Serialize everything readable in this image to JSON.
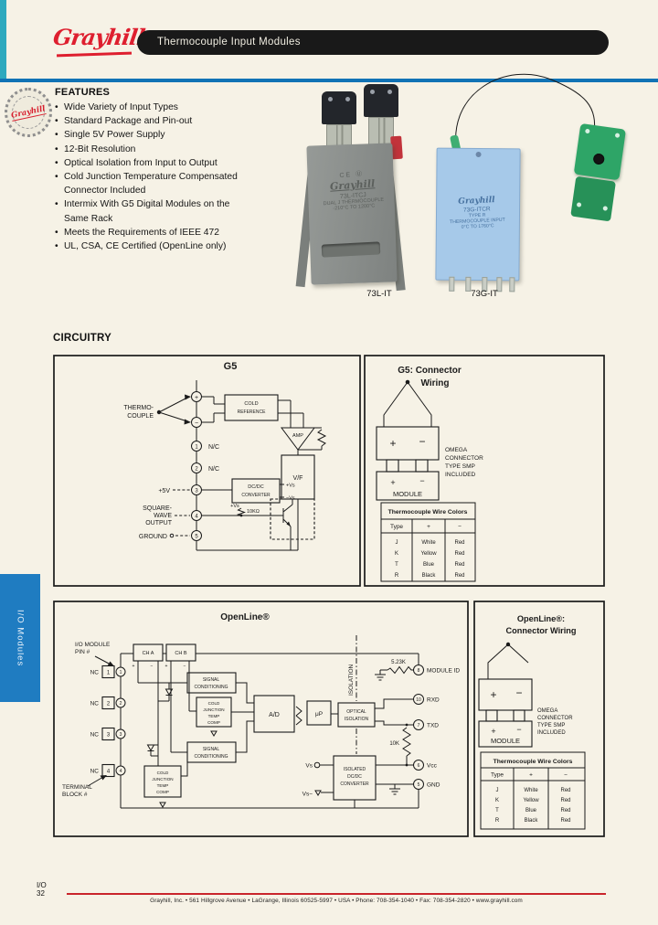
{
  "header": {
    "logo": "Grayhill",
    "banner": "Thermocouple Input Modules"
  },
  "side_tab": "I/O Modules",
  "features": {
    "heading": "FEATURES",
    "badge": "Grayhill",
    "items": [
      "Wide Variety of Input Types",
      "Standard Package and Pin-out",
      "Single 5V Power Supply",
      "12-Bit Resolution",
      "Optical Isolation from Input to Output",
      "Cold Junction Temperature Compensated Connector Included",
      "Intermix With G5 Digital Modules on the Same Rack",
      "Meets the Requirements of IEEE 472",
      "UL, CSA, CE Certified (OpenLine only)"
    ]
  },
  "products": {
    "left": {
      "caption": "73L-IT",
      "marks": "CE Ⓤ",
      "brand": "Grayhill",
      "model": "73L-ITCJ",
      "desc1": "DUAL J THERMOCOUPLE",
      "desc2": "-210°C TO 1200°C"
    },
    "right": {
      "caption": "73G-IT",
      "brand": "Grayhill",
      "model": "73G-ITCR",
      "desc1": "TYPE R",
      "desc2": "THERMOCOUPLE INPUT",
      "desc3": "0°C TO 1760°C"
    }
  },
  "circuitry": {
    "heading": "CIRCUITRY",
    "g5": {
      "title": "G5",
      "thermo1": "THERMO-",
      "thermo2": "COUPLE",
      "plus": "+",
      "minus": "−",
      "pin1": "1",
      "pin2": "2",
      "pin3": "3",
      "pin4": "4",
      "pin5": "5",
      "nc": "N/C",
      "v5": "+5V",
      "sq1": "SQUARE-",
      "sq2": "WAVE",
      "sq3": "OUTPUT",
      "gnd": "GROUND",
      "cold1": "COLD",
      "cold2": "REFERENCE",
      "amp": "AMP",
      "vf": "V/F",
      "dc1": "DC/DC",
      "dc2": "CONVERTER",
      "vsp": "+Vs",
      "vsm": "−Vs",
      "r10k": "10KΩ"
    },
    "g5w": {
      "title1": "G5:  Connector",
      "title2": "Wiring",
      "plus": "+",
      "minus": "−",
      "module": "MODULE",
      "omega1": "OMEGA",
      "omega2": "CONNECTOR",
      "omega3": "TYPE SMP",
      "omega4": "INCLUDED"
    },
    "wire_table": {
      "title": "Thermocouple Wire Colors",
      "h_type": "Type",
      "h_plus": "+",
      "h_minus": "−",
      "rows": [
        [
          "J",
          "White",
          "Red"
        ],
        [
          "K",
          "Yellow",
          "Red"
        ],
        [
          "T",
          "Blue",
          "Red"
        ],
        [
          "R",
          "Black",
          "Red"
        ]
      ]
    },
    "ol": {
      "title": "OpenLine®",
      "io1": "I/O MODULE",
      "io2": "PIN #",
      "tb1": "TERMINAL",
      "tb2": "BLOCK #",
      "nc": "NC",
      "t1": "1",
      "t2": "2",
      "t3": "3",
      "t4": "4",
      "cha": "CH A",
      "chb": "CH B",
      "plus": "+",
      "minus": "−",
      "sig1": "SIGNAL",
      "sig2": "CONDITIONING",
      "cj1": "COLD",
      "cj2": "JUNCTION",
      "cj3": "TEMP",
      "cj4": "COMP",
      "ad": "A/D",
      "up": "μP",
      "opt1": "OPTICAL",
      "opt2": "ISOLATION",
      "iso": "ISOLATION",
      "dc1": "ISOLATED",
      "dc2": "DC/DC",
      "dc3": "CONVERTER",
      "vs": "Vs",
      "vsm": "Vs−",
      "r1": "5.23K",
      "r2": "10K",
      "p8": "8",
      "p10": "10",
      "p7": "7",
      "p6": "6",
      "p5": "5",
      "l8": "MODULE ID",
      "l10": "RXD",
      "l7": "TXD",
      "l6": "Vcc",
      "l5": "GND"
    },
    "olw": {
      "title1": "OpenLine®:",
      "title2": "Connector  Wiring",
      "plus": "+",
      "minus": "−",
      "module": "MODULE",
      "omega1": "OMEGA",
      "omega2": "CONNECTOR",
      "omega3": "TYPE SMP",
      "omega4": "INCLUDED"
    }
  },
  "footer": {
    "page_line1": "I/O",
    "page_line2": "32",
    "address": "Grayhill, Inc.  •  561 Hillgrove Avenue  •  LaGrange, Illinois  60525-5997  •  USA  •  Phone: 708-354-1040  •  Fax: 708-354-2820  •  www.grayhill.com"
  }
}
